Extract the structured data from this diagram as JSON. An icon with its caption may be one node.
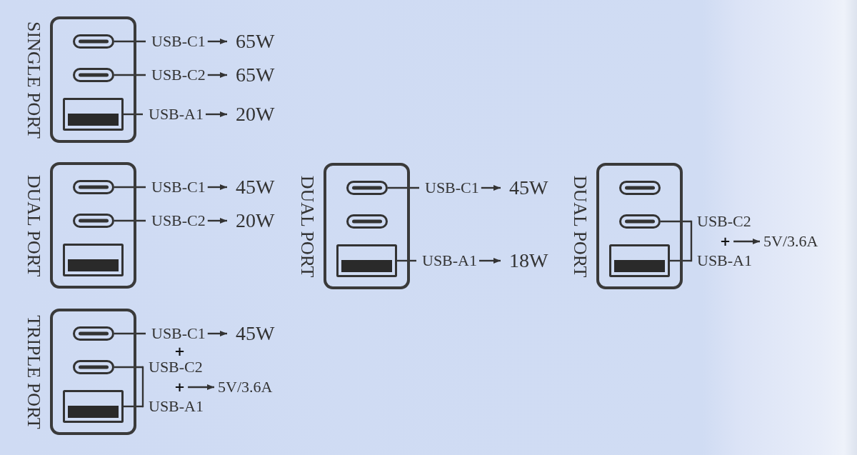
{
  "diagram": {
    "nodes": [
      {
        "text": [
          "SINGLE PORT"
        ]
      },
      {
        "text": [],
        "shape": "oval",
        "in": 0
      },
      {
        "text": [],
        "shape": "oval",
        "in": 0
      },
      {
        "text": [],
        "shape": "box",
        "in": 0
      },
      {
        "text": [
          "USB-C1"
        ]
      },
      {
        "text": [
          "65W"
        ]
      },
      {
        "text": [
          "USB-C2"
        ]
      },
      {
        "text": [
          "65W"
        ]
      },
      {
        "text": [
          "USB-A1"
        ]
      },
      {
        "text": [
          "20W"
        ]
      },
      {
        "text": [
          "DUAL PORT"
        ]
      },
      {
        "text": [],
        "shape": "oval",
        "in": 10
      },
      {
        "text": [],
        "shape": "oval",
        "in": 10
      },
      {
        "text": [],
        "shape": "box",
        "in": 10
      },
      {
        "text": [
          "USB-C1"
        ]
      },
      {
        "text": [
          "45W"
        ]
      },
      {
        "text": [
          "USB-C2"
        ]
      },
      {
        "text": [
          "20W"
        ]
      },
      {
        "text": [
          "DUAL PORT"
        ]
      },
      {
        "text": [],
        "shape": "oval",
        "in": 18
      },
      {
        "text": [],
        "shape": "oval",
        "in": 18
      },
      {
        "text": [],
        "shape": "box",
        "in": 18
      },
      {
        "text": [
          "USB-C1"
        ]
      },
      {
        "text": [
          "45W"
        ]
      },
      {
        "text": [
          "USB-A1"
        ]
      },
      {
        "text": [
          "18W"
        ]
      },
      {
        "text": [
          "DUAL PORT"
        ]
      },
      {
        "text": [],
        "shape": "oval",
        "in": 26
      },
      {
        "text": [],
        "shape": "oval",
        "in": 26
      },
      {
        "text": [],
        "shape": "box",
        "in": 26
      },
      {
        "text": [
          "USB-C2"
        ]
      },
      {
        "text": [
          "+"
        ]
      },
      {
        "text": [
          "5V/3.6A"
        ]
      },
      {
        "text": [
          "USB-A1"
        ]
      },
      {
        "text": [
          "TRIPLE PORT"
        ]
      },
      {
        "text": [],
        "shape": "oval",
        "in": 34
      },
      {
        "text": [],
        "shape": "oval",
        "in": 34
      },
      {
        "text": [],
        "shape": "box",
        "in": 34
      },
      {
        "text": [
          "USB-C1"
        ]
      },
      {
        "text": [
          "45W"
        ]
      },
      {
        "text": [
          "USB-C2"
        ]
      },
      {
        "text": [
          "+"
        ]
      },
      {
        "text": [
          "5V/3.6A"
        ]
      },
      {
        "text": [
          "USB-A1"
        ]
      }
    ],
    "edges": [
      {
        "from": 4,
        "to": 1,
        "arrow": "none"
      },
      {
        "from": 4,
        "to": 5,
        "arrow": "to"
      },
      {
        "from": 6,
        "to": 2,
        "arrow": "none"
      },
      {
        "from": 6,
        "to": 7,
        "arrow": "to"
      },
      {
        "from": 8,
        "to": 3,
        "arrow": "none"
      },
      {
        "from": 8,
        "to": 9,
        "arrow": "to"
      },
      {
        "from": 14,
        "to": 11,
        "arrow": "none"
      },
      {
        "from": 14,
        "to": 15,
        "arrow": "to"
      },
      {
        "from": 16,
        "to": 12,
        "arrow": "none"
      },
      {
        "from": 16,
        "to": 17,
        "arrow": "to"
      },
      {
        "from": 22,
        "to": 19,
        "arrow": "none"
      },
      {
        "from": 22,
        "to": 23,
        "arrow": "to"
      },
      {
        "from": 24,
        "to": 21,
        "arrow": "none"
      },
      {
        "from": 24,
        "to": 25,
        "arrow": "to"
      },
      {
        "from": 30,
        "to": 28,
        "arrow": "none"
      },
      {
        "from": 33,
        "to": 29,
        "arrow": "none"
      },
      {
        "from": 30,
        "to": 33,
        "arrow": "none"
      },
      {
        "from": 31,
        "to": 32,
        "arrow": "to"
      },
      {
        "from": 38,
        "to": 35,
        "arrow": "none"
      },
      {
        "from": 38,
        "to": 39,
        "arrow": "to"
      },
      {
        "from": 40,
        "to": 36,
        "arrow": "none"
      },
      {
        "from": 43,
        "to": 37,
        "arrow": "none"
      },
      {
        "from": 40,
        "to": 43,
        "arrow": "none"
      },
      {
        "from": 41,
        "to": 42,
        "arrow": "to"
      }
    ],
    "labels": [
      "+"
    ]
  }
}
